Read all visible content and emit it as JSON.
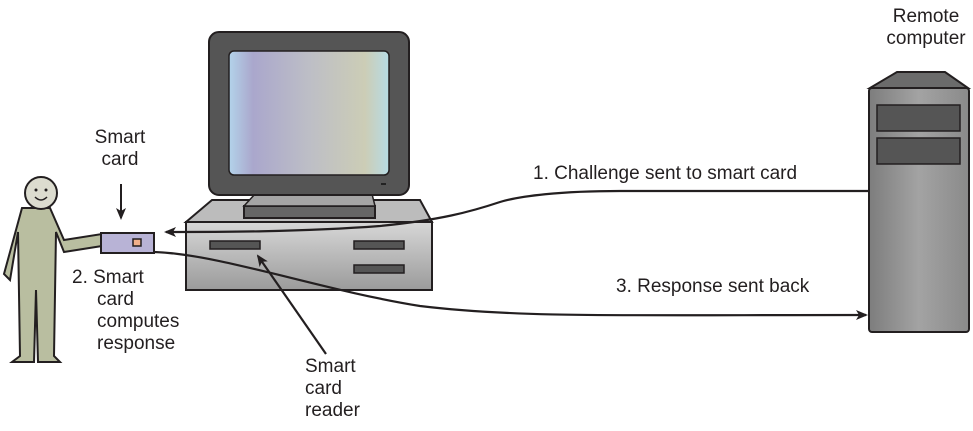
{
  "labels": {
    "remote_computer": [
      "Remote",
      "computer"
    ],
    "smart_card": [
      "Smart",
      "card"
    ],
    "step1": "1. Challenge sent to smart card",
    "step2": [
      "2. Smart",
      "card",
      "computes",
      "response"
    ],
    "step3": "3. Response sent back",
    "reader": [
      "Smart",
      "card",
      "reader"
    ]
  },
  "colors": {
    "person_fill": "#b9bea0",
    "card_fill": "#b8b3d6",
    "card_chip": "#f0b08a",
    "monitor_frame": "#555555",
    "server_body": "#8a8a8a",
    "outline": "#231f20"
  }
}
